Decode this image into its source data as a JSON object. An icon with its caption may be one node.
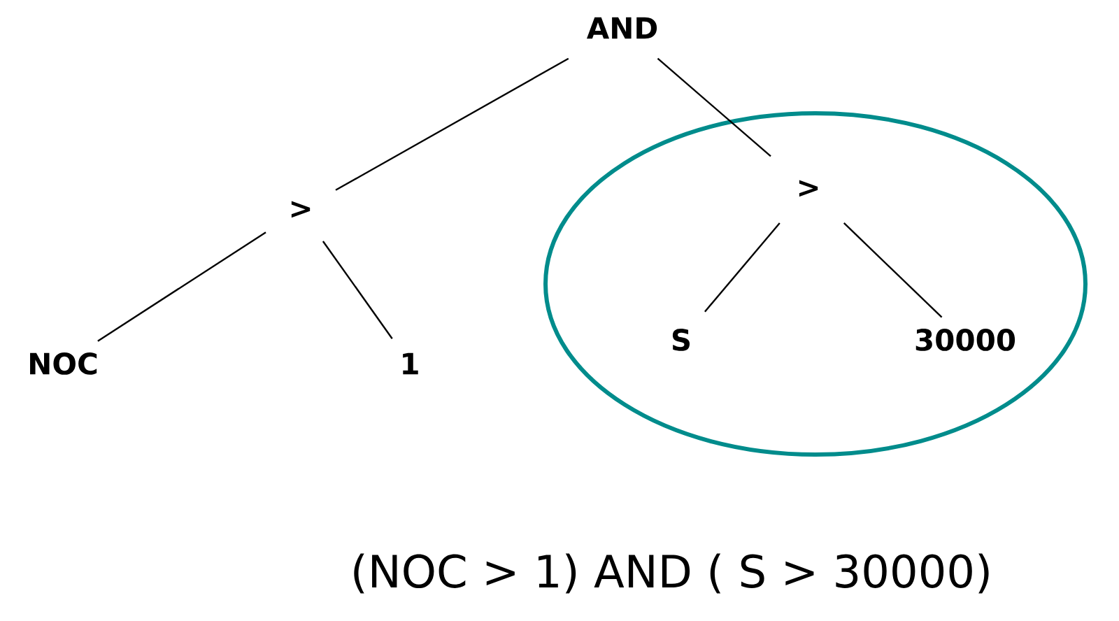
{
  "diagram": {
    "caption": "(NOC > 1) AND ( S > 30000)",
    "nodes": [
      {
        "text": [
          "AND"
        ]
      },
      {
        "text": [
          ">"
        ]
      },
      {
        "text": [
          "NOC"
        ]
      },
      {
        "text": [
          "1"
        ]
      },
      {
        "text": [],
        "shape": "ellipse"
      },
      {
        "text": [
          ">"
        ],
        "in": 4
      },
      {
        "text": [
          "S"
        ],
        "in": 4
      },
      {
        "text": [
          "30000"
        ],
        "in": 4
      }
    ],
    "edges": [
      {
        "from": 0,
        "to": 1,
        "arrow": "none"
      },
      {
        "from": 0,
        "to": 5,
        "arrow": "none"
      },
      {
        "from": 1,
        "to": 2,
        "arrow": "none"
      },
      {
        "from": 1,
        "to": 3,
        "arrow": "none"
      },
      {
        "from": 5,
        "to": 6,
        "arrow": "none"
      },
      {
        "from": 5,
        "to": 7,
        "arrow": "none"
      }
    ]
  }
}
